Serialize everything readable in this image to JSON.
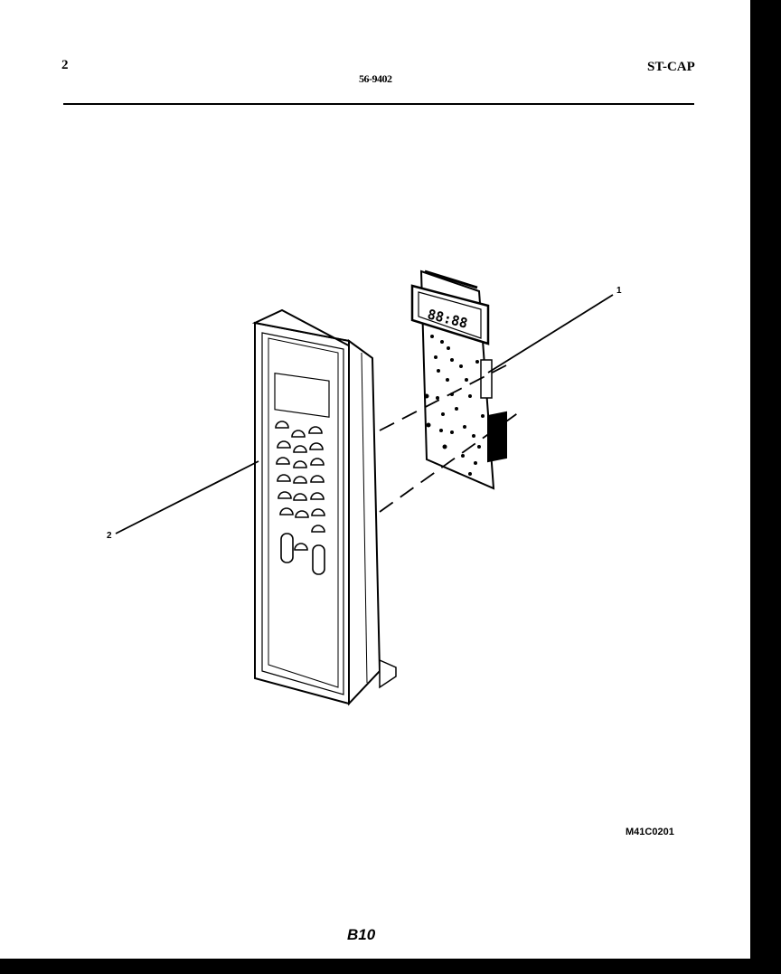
{
  "header": {
    "page_index": "2",
    "model_number": "56-9402",
    "category": "ST-CAP"
  },
  "diagram": {
    "parts": [
      {
        "callout": "1",
        "part": "control-board"
      },
      {
        "callout": "2",
        "part": "control-panel"
      }
    ],
    "display_readout": "88:88"
  },
  "footer": {
    "figure_code": "M41C0201",
    "page_label": "B10"
  },
  "colors": {
    "ink": "#000000",
    "paper": "#ffffff"
  }
}
